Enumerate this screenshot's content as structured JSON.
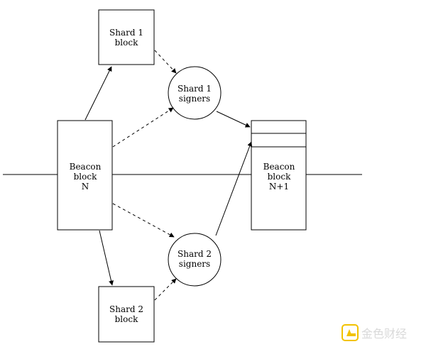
{
  "nodes": {
    "shard1_block": {
      "line1": "Shard 1",
      "line2": "block"
    },
    "shard1_signers": {
      "line1": "Shard 1",
      "line2": "signers"
    },
    "beacon_n": {
      "line1": "Beacon",
      "line2": "block",
      "line3": "N"
    },
    "beacon_n1": {
      "line1": "Beacon",
      "line2": "block",
      "line3": "N+1"
    },
    "shard2_signers": {
      "line1": "Shard 2",
      "line2": "signers"
    },
    "shard2_block": {
      "line1": "Shard 2",
      "line2": "block"
    }
  },
  "watermark": {
    "text": "金色财经",
    "color": "#d9d9d9",
    "logo_color": "#f2c200"
  },
  "colors": {
    "stroke": "#000000",
    "background": "#ffffff"
  }
}
